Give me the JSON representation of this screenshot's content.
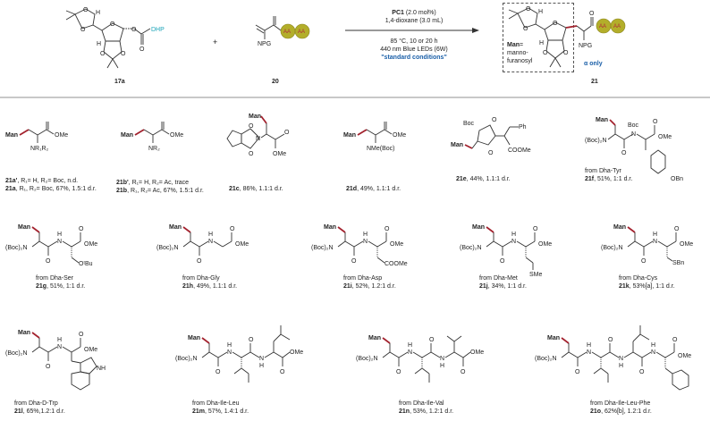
{
  "scheme": {
    "reactant1": {
      "id": "17a",
      "leaving_group": "DHP"
    },
    "plus": "+",
    "reactant2": {
      "id": "20",
      "label": "NPG",
      "beads": [
        "AA",
        "AA"
      ]
    },
    "conditions": {
      "line1_bold": "PC1",
      "line1_rest": " (2.0 mol%)",
      "line2": "1,4-dioxane (3.0 mL)",
      "line3": "85 °C, 10 or 20 h",
      "line4": "440 nm Blue LEDs (6W)",
      "line5": "\"standard conditions\""
    },
    "product": {
      "id": "21",
      "label": "NPG",
      "man_def_bold": "Man",
      "man_def_rest": "=",
      "man_def_line2": "manno-",
      "man_def_line3": "furanosyl",
      "selectivity": "α only",
      "beads": [
        "AA",
        "AA"
      ]
    }
  },
  "colors": {
    "dhp": "#1aa3b8",
    "red_bond": "#a3222e",
    "bead": "#b3ae2a",
    "bead_text": "#b0283b",
    "standard_conditions": "#1a5fa8",
    "separator": "#c8c8c8"
  },
  "compounds": [
    {
      "id": "21a'",
      "caption": "21a', R1= H, R2= Boc, n.d.",
      "id_bold": "21a'",
      "rest": ", R₁= H, R₂= Boc, n.d.",
      "groups": [
        "Man",
        "OMe",
        "NR₁R₂"
      ]
    },
    {
      "id": "21a",
      "caption": "21a, R1, R2= Boc, 67%, 1.5:1 d.r.",
      "id_bold": "21a",
      "rest": ", R₁, R₂= Boc, 67%, 1.5:1 d.r."
    },
    {
      "id": "21b'",
      "id_bold": "21b'",
      "rest": ", R₁= H, R₂= Ac, trace",
      "groups": [
        "Man",
        "OMe",
        "NR₂"
      ]
    },
    {
      "id": "21b",
      "id_bold": "21b",
      "rest": ", R₁, R₂= Ac, 67%, 1.5:1 d.r."
    },
    {
      "id": "21c",
      "id_bold": "21c",
      "rest": ", 86%, 1.1:1 d.r.",
      "groups": [
        "Man",
        "OMe",
        "N"
      ]
    },
    {
      "id": "21d",
      "id_bold": "21d",
      "rest": ", 49%, 1.1:1 d.r.",
      "groups": [
        "Man",
        "OMe",
        "NMe(Boc)"
      ]
    },
    {
      "id": "21e",
      "id_bold": "21e",
      "rest": ", 44%, 1.1:1 d.r.",
      "groups": [
        "Man",
        "Boc",
        "Ph",
        "COOMe"
      ]
    },
    {
      "id": "21f",
      "from": "from Dha-Tyr",
      "id_bold": "21f",
      "rest": ", 51%, 1:1 d.r.",
      "groups": [
        "Man",
        "(Boc)₂N",
        "Boc",
        "OMe",
        "OBn"
      ]
    },
    {
      "id": "21g",
      "from": "from Dha-Ser",
      "id_bold": "21g",
      "rest": ", 51%, 1:1 d.r.",
      "groups": [
        "Man",
        "(Boc)₂N",
        "OMe",
        "OᵗBu"
      ]
    },
    {
      "id": "21h",
      "from": "from Dha-Gly",
      "id_bold": "21h",
      "rest": ", 49%, 1.1:1 d.r.",
      "groups": [
        "Man",
        "(Boc)₂N",
        "OMe"
      ]
    },
    {
      "id": "21i",
      "from": "from Dha-Asp",
      "id_bold": "21i",
      "rest": ", 52%, 1.2:1 d.r.",
      "groups": [
        "Man",
        "(Boc)₂N",
        "OMe",
        "COOMe"
      ]
    },
    {
      "id": "21j",
      "from": "from Dha-Met",
      "id_bold": "21j",
      "rest": ", 34%, 1:1 d.r.",
      "groups": [
        "Man",
        "(Boc)₂N",
        "OMe",
        "SMe"
      ]
    },
    {
      "id": "21k",
      "from": "from Dha-Cys",
      "id_bold": "21k",
      "rest": ", 53%[a], 1:1 d.r.",
      "groups": [
        "Man",
        "(Boc)₂N",
        "OMe",
        "SBn"
      ]
    },
    {
      "id": "21l",
      "from": "from Dha-D-Trp",
      "id_bold": "21l",
      "rest": ", 65%,1.2:1 d.r.",
      "groups": [
        "Man",
        "(Boc)₂N",
        "OMe",
        "NH"
      ]
    },
    {
      "id": "21m",
      "from": "from Dha-Ile-Leu",
      "id_bold": "21m",
      "rest": ", 57%, 1.4:1 d.r.",
      "groups": [
        "Man",
        "(Boc)₂N",
        "OMe"
      ]
    },
    {
      "id": "21n",
      "from": "from Dha-Ile-Val",
      "id_bold": "21n",
      "rest": ", 53%, 1.2:1 d.r.",
      "groups": [
        "Man",
        "(Boc)₂N",
        "OMe"
      ]
    },
    {
      "id": "21o",
      "from": "from Dha-Ile-Leu-Phe",
      "id_bold": "21o",
      "rest": ", 62%[b], 1.2:1 d.r.",
      "groups": [
        "Man",
        "(Boc)₂N",
        "OMe"
      ]
    }
  ],
  "common": {
    "man": "Man",
    "ome": "OMe",
    "boc2n": "(Boc)₂N",
    "o": "O",
    "h": "H",
    "n": "N"
  }
}
